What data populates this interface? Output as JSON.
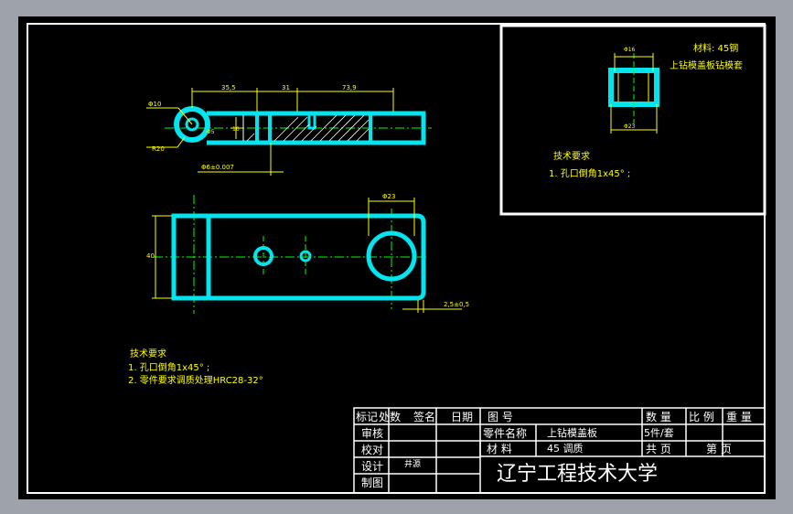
{
  "view1": {
    "dim_hole_small": "Φ10",
    "dim_radius": "R20",
    "dim_hole_tol": "Φ6±0.007",
    "dim_35": "35,5",
    "dim_31": "31",
    "dim_73": "73,9",
    "dim_d1": "Φ5",
    "dim_d2": "10"
  },
  "view2": {
    "dim_big_hole": "Φ23",
    "dim_height": "40",
    "dim_thick": "2,5±0,5"
  },
  "detail": {
    "dim_top": "Φ16",
    "dim_bottom": "Φ23",
    "material_line": "材料: 45钢",
    "name_line": "上钻模盖板钻模套",
    "req_title": "技术要求",
    "req_1": "1. 孔口倒角1x45° ;"
  },
  "notes": {
    "title": "技术要求",
    "line1": "1. 孔口倒角1x45° ;",
    "line2": "2. 零件要求调质处理HRC28-32°"
  },
  "title_block": {
    "h_mark": "标记",
    "h_count": "处数",
    "h_sign": "签名",
    "h_date": "日期",
    "drawing_no_label": "图 号",
    "qty_label": "数 量",
    "scale_label": "比 例",
    "weight_label": "重 量",
    "review_label": "审核",
    "part_name_label": "零件名称",
    "part_name": "上钻模盖板",
    "qty_value": "5件/套",
    "check_label": "校对",
    "material_label": "材 料",
    "material_value": "45 调质",
    "total_label": "共 页",
    "page_label": "第 页",
    "design_label": "设计",
    "designer": "井源",
    "draw_label": "制图",
    "school": "辽宁工程技术大学"
  }
}
